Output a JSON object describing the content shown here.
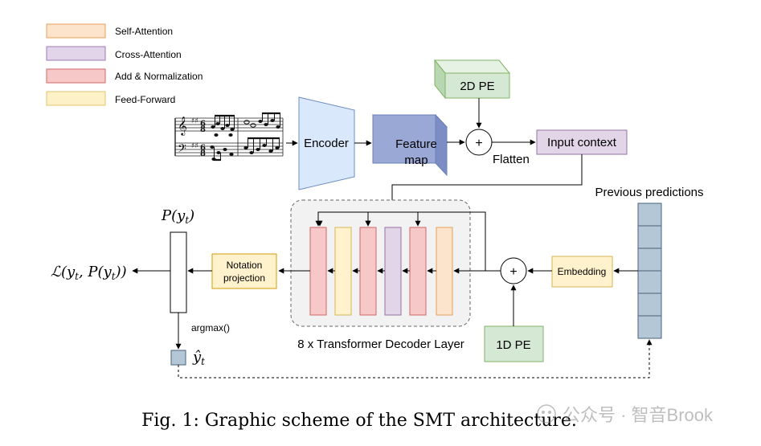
{
  "legend": {
    "items": [
      {
        "label": "Self-Attention",
        "fill": "#fbe3cc",
        "stroke": "#e6a05a"
      },
      {
        "label": "Cross-Attention",
        "fill": "#e2d5ea",
        "stroke": "#9c7bb5"
      },
      {
        "label": "Add & Normalization",
        "fill": "#f6c8c8",
        "stroke": "#d16666"
      },
      {
        "label": "Feed-Forward",
        "fill": "#fdf1c7",
        "stroke": "#e3c36a"
      }
    ]
  },
  "nodes": {
    "encoder": "Encoder",
    "feature_map_line1": "Feature",
    "feature_map_line2": "map",
    "pe2d": "2D PE",
    "flatten": "Flatten",
    "input_context": "Input context",
    "previous_predictions": "Previous predictions",
    "embedding": "Embedding",
    "pe1d": "1D PE",
    "plus": "+",
    "decoder_layer": "8 x Transformer Decoder Layer",
    "notation_line1": "Notation",
    "notation_line2": "projection",
    "p_label": "P(y",
    "p_sub": "t",
    "p_close": ")",
    "loss": "ℒ(y",
    "loss_sub1": "t",
    "loss_mid": ", P(y",
    "loss_sub2": "t",
    "loss_close": "))",
    "argmax": "argmax()",
    "yhat": "ŷ",
    "yhat_sub": "t"
  },
  "caption": "Fig. 1: Graphic scheme of the SMT architecture.",
  "watermark": "公众号 · 智音Brook",
  "colors": {
    "encoder_fill": "#dae8fc",
    "encoder_stroke": "#6c8ebf",
    "feature_front": "#9aa8d6",
    "feature_top": "#b9c3e6",
    "feature_side": "#7c8cc4",
    "pe_fill": "#d5e8d4",
    "pe_stroke": "#82b366",
    "context_fill": "#e1d5e7",
    "context_stroke": "#9673a6",
    "ff_fill": "#fff2cc",
    "ff_stroke": "#d6b656",
    "notation_fill": "#fff2cc",
    "notation_stroke": "#d79b00",
    "token_fill": "#b4c7d6",
    "token_stroke": "#4a6378"
  }
}
